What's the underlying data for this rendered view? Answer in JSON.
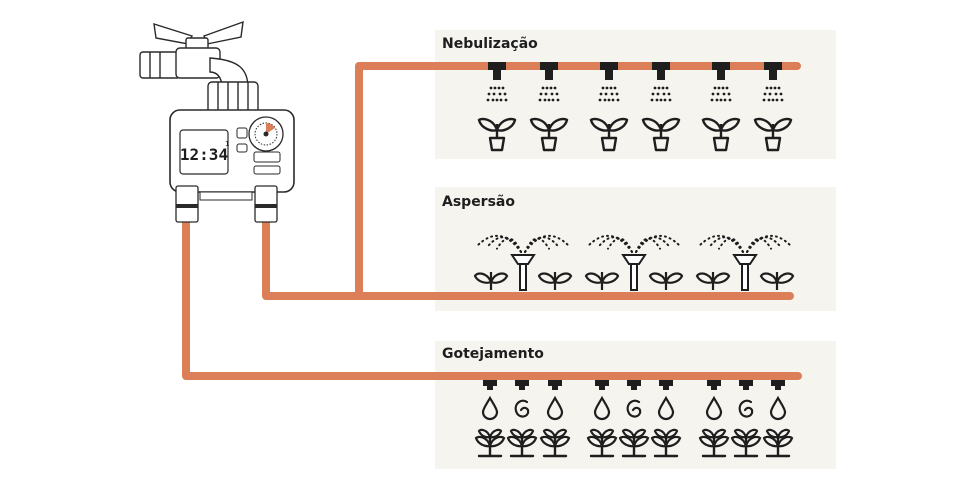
{
  "diagram": {
    "controller": {
      "display_time": "12:34",
      "indicator": "1",
      "outlets": 2
    },
    "zones": [
      {
        "label": "Nebulização",
        "emitter": "mist-nozzle",
        "plants": 6
      },
      {
        "label": "Aspersão",
        "emitter": "sprinkler",
        "plants": 6
      },
      {
        "label": "Gotejamento",
        "emitter": "dripper",
        "plants": 9
      }
    ],
    "colors": {
      "pipe": "#dc7f59",
      "panel": "#f6f4ef",
      "ink": "#1e1e1e"
    }
  }
}
